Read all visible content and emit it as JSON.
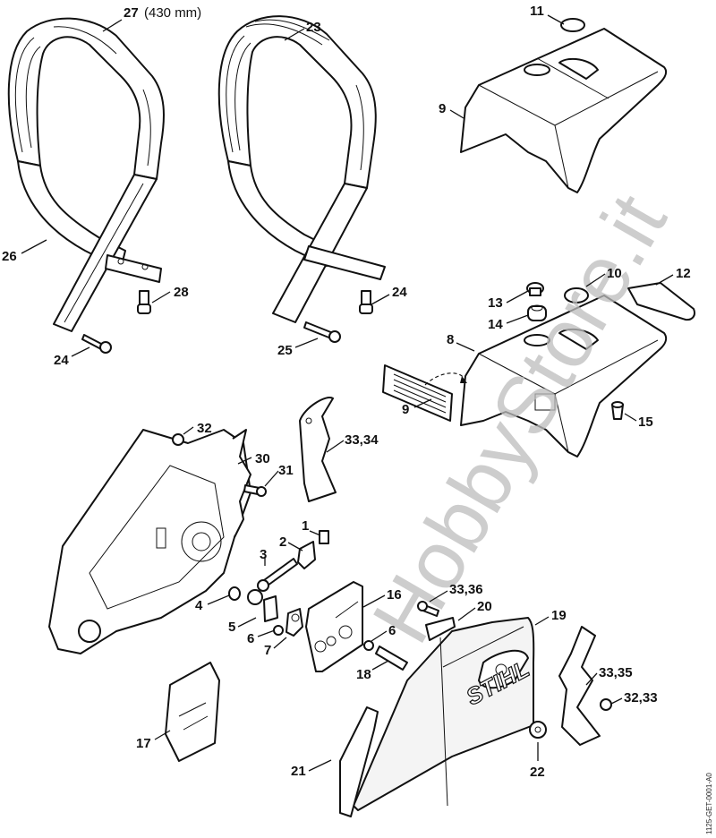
{
  "diagram": {
    "type": "exploded-parts-view",
    "watermark": "HobbyStore.it",
    "drawing_code": "1125-GET-0001-A0",
    "brand_mark": "STIHL",
    "callouts": [
      {
        "id": "c27",
        "label": "27",
        "note": "(430 mm)"
      },
      {
        "id": "c23",
        "label": "23"
      },
      {
        "id": "c11",
        "label": "11"
      },
      {
        "id": "c9a",
        "label": "9"
      },
      {
        "id": "c26",
        "label": "26"
      },
      {
        "id": "c28",
        "label": "28"
      },
      {
        "id": "c24a",
        "label": "24"
      },
      {
        "id": "c24b",
        "label": "24"
      },
      {
        "id": "c25",
        "label": "25"
      },
      {
        "id": "c10",
        "label": "10"
      },
      {
        "id": "c12",
        "label": "12"
      },
      {
        "id": "c13",
        "label": "13"
      },
      {
        "id": "c14",
        "label": "14"
      },
      {
        "id": "c8",
        "label": "8"
      },
      {
        "id": "c9b",
        "label": "9"
      },
      {
        "id": "c15",
        "label": "15"
      },
      {
        "id": "c32a",
        "label": "32"
      },
      {
        "id": "c30",
        "label": "30"
      },
      {
        "id": "c31",
        "label": "31"
      },
      {
        "id": "c3334",
        "label": "33,34"
      },
      {
        "id": "c1",
        "label": "1"
      },
      {
        "id": "c2",
        "label": "2"
      },
      {
        "id": "c3",
        "label": "3"
      },
      {
        "id": "c4",
        "label": "4"
      },
      {
        "id": "c5",
        "label": "5"
      },
      {
        "id": "c6a",
        "label": "6"
      },
      {
        "id": "c7",
        "label": "7"
      },
      {
        "id": "c16",
        "label": "16"
      },
      {
        "id": "c6b",
        "label": "6"
      },
      {
        "id": "c18",
        "label": "18"
      },
      {
        "id": "c3336",
        "label": "33,36"
      },
      {
        "id": "c20",
        "label": "20"
      },
      {
        "id": "c19",
        "label": "19"
      },
      {
        "id": "c3335",
        "label": "33,35"
      },
      {
        "id": "c3233",
        "label": "32,33"
      },
      {
        "id": "c17",
        "label": "17"
      },
      {
        "id": "c21",
        "label": "21"
      },
      {
        "id": "c22",
        "label": "22"
      }
    ]
  }
}
